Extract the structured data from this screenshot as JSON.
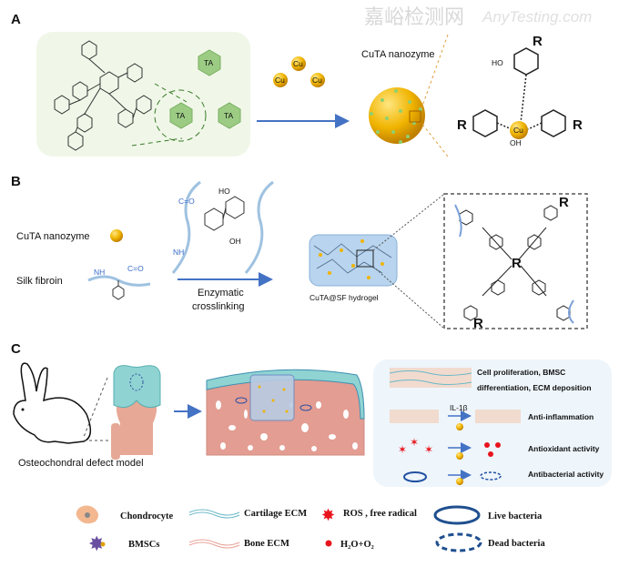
{
  "panels": {
    "a": {
      "label": "A",
      "ta_label": "TA",
      "cu_label": "Cu",
      "nanozyme_label": "CuTA nanozyme",
      "r_label": "R",
      "ho_label": "HO",
      "oh_label": "OH"
    },
    "b": {
      "label": "B",
      "cuta_label": "CuTA nanozyme",
      "silk_label": "Silk fibroin",
      "nh_label": "NH",
      "co_label": "C=O",
      "oh_label": "OH",
      "ho_label": "HO",
      "process_line1": "Enzymatic",
      "process_line2": "crosslinking",
      "hydrogel_label": "CuTA@SF hydrogel",
      "r_label": "R"
    },
    "c": {
      "label": "C",
      "model_label": "Osteochondral defect model",
      "effects": [
        {
          "line1": "Cell proliferation, BMSC",
          "line2": "differentiation, ECM deposition"
        },
        {
          "line1": "Anti-inflammation"
        },
        {
          "line1": "Antioxidant activity"
        },
        {
          "line1": "Antibacterial activity"
        }
      ],
      "il_label": "IL-1β"
    }
  },
  "legend": [
    {
      "label": "Chondrocyte"
    },
    {
      "label": "Cartilage ECM"
    },
    {
      "label": "ROS , free radical"
    },
    {
      "label": "Live bacteria"
    },
    {
      "label": "BMSCs"
    },
    {
      "label": "Bone ECM"
    },
    {
      "label": "H₂O+O₂"
    },
    {
      "label": "Dead bacteria"
    }
  ],
  "watermark": {
    "cn": "嘉峪检测网",
    "en": "AnyTesting.com"
  },
  "colors": {
    "gold": "#e8a800",
    "green": "#8fc07a",
    "blue": "#4472c4",
    "red": "#e8141c",
    "purple": "#6a4fa0",
    "bone": "#e8a095",
    "cartilage": "#8fd3d3"
  }
}
